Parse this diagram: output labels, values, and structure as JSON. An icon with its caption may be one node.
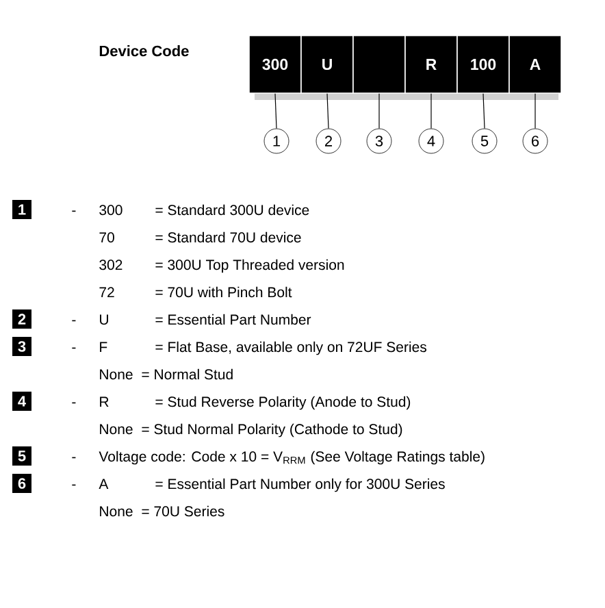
{
  "diagram": {
    "nodes": [
      {
        "text": [
          "300"
        ]
      },
      {
        "text": [
          "U"
        ]
      },
      {
        "text": [],
        "shape": "box"
      },
      {
        "text": [
          "R"
        ]
      },
      {
        "text": [
          "100"
        ]
      },
      {
        "text": [
          "A"
        ]
      },
      {
        "text": [
          "1"
        ]
      },
      {
        "text": [
          "2"
        ]
      },
      {
        "text": [
          "3"
        ]
      },
      {
        "text": [
          "4"
        ]
      },
      {
        "text": [
          "5"
        ]
      },
      {
        "text": [
          "6"
        ]
      }
    ],
    "edges": [
      {
        "from": 0,
        "to": 6,
        "arrow": "none"
      },
      {
        "from": 1,
        "to": 7,
        "arrow": "none"
      },
      {
        "from": 2,
        "to": 8,
        "arrow": "none"
      },
      {
        "from": 3,
        "to": 9,
        "arrow": "none"
      },
      {
        "from": 4,
        "to": 10,
        "arrow": "none"
      },
      {
        "from": 5,
        "to": 11,
        "arrow": "none"
      }
    ],
    "labels": [
      "Device Code",
      "1",
      "-",
      "300",
      "= Standard 300U device",
      "70",
      "= Standard 70U device",
      "302",
      "= 300U Top Threaded version",
      "72",
      "= 70U with Pinch Bolt",
      "2",
      "-",
      "U",
      "= Essential Part Number",
      "3",
      "-",
      "F",
      "= Flat Base, available only on 72UF Series",
      "None",
      "= Normal Stud",
      "4",
      "-",
      "R",
      "= Stud Reverse Polarity (Anode to Stud)",
      "None",
      "= Stud Normal Polarity (Cathode to Stud)",
      "5",
      "-",
      "Voltage code: Code x 10 = V$_{RRM}$  (See Voltage Ratings table)",
      "6",
      "-",
      "A",
      "= Essential Part Number only for 300U Series",
      "None",
      "= 70U Series"
    ]
  }
}
